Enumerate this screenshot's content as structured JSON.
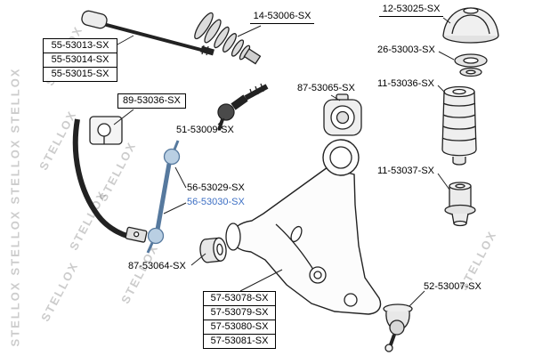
{
  "watermark": {
    "text": "STELLOX"
  },
  "colors": {
    "highlight": "#3d6fc4",
    "link_fill": "#b9cfe3",
    "link_stroke": "#56799e"
  },
  "labels": {
    "boot": "14-53006-SX",
    "strut_mount": "12-53025-SX",
    "inner_tie_rod": [
      "55-53013-SX",
      "55-53014-SX",
      "55-53015-SX"
    ],
    "bearing": "26-53003-SX",
    "upper_bushing": "87-53065-SX",
    "bump_stop": "11-53036-SX",
    "stabilizer_bushing": "89-53036-SX",
    "tie_rod_end": "51-53009-SX",
    "right_bushing": "11-53037-SX",
    "stabilizer_link": [
      "56-53029-SX",
      "56-53030-SX"
    ],
    "arm_bushing": "87-53064-SX",
    "ball_joint": "52-53007-SX",
    "control_arm": [
      "57-53078-SX",
      "57-53079-SX",
      "57-53080-SX",
      "57-53081-SX"
    ]
  }
}
